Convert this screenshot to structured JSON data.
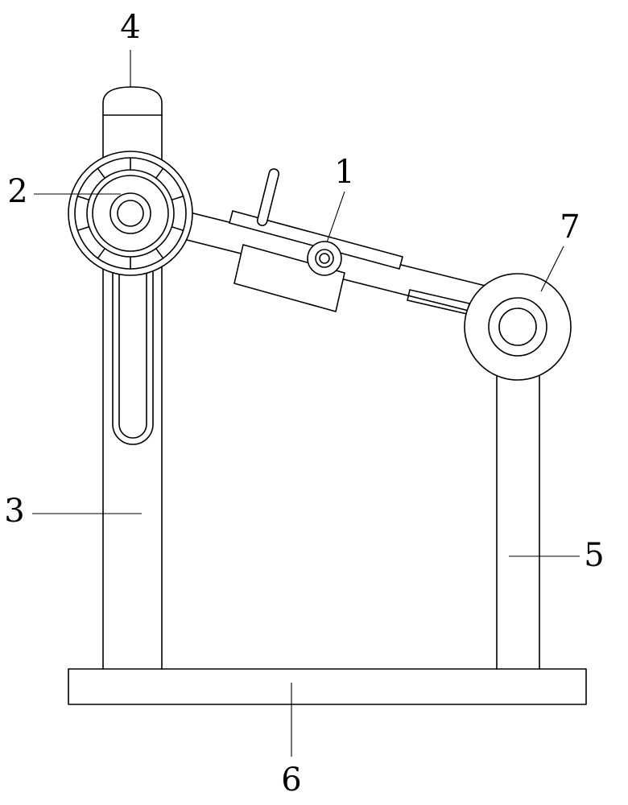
{
  "labels": {
    "part_1": "1",
    "part_2": "2",
    "part_3": "3",
    "part_4": "4",
    "part_5": "5",
    "part_6": "6",
    "part_7": "7"
  },
  "colors": {
    "line": "#000000",
    "background": "#ffffff"
  }
}
